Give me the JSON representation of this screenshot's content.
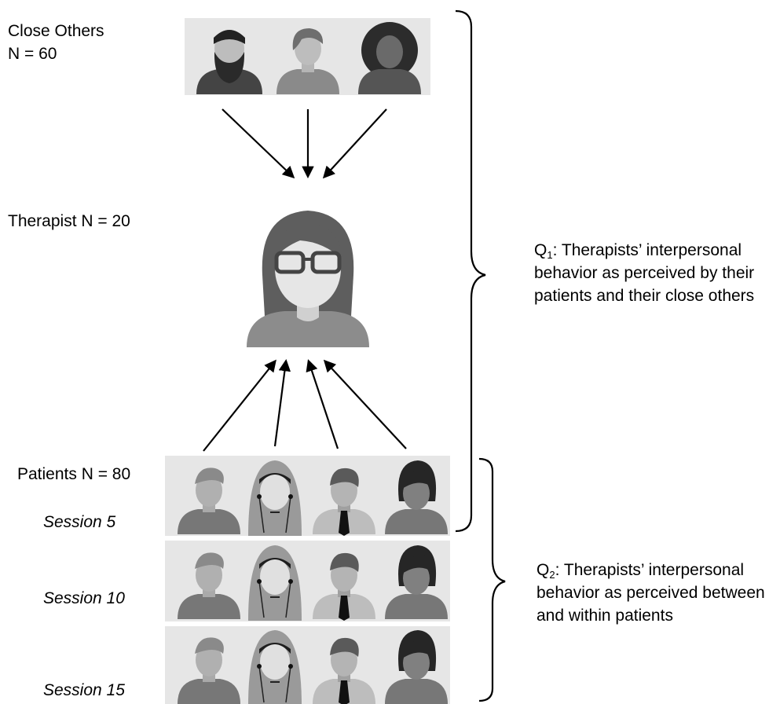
{
  "close_others": {
    "title": "Close Others",
    "count": "N = 60"
  },
  "therapist": {
    "label": "Therapist N = 20"
  },
  "patients": {
    "label": "Patients N = 80",
    "sessions": [
      "Session 5",
      "Session 10",
      "Session 15"
    ]
  },
  "q1": {
    "prefix": "Q",
    "sub": "1",
    "text": ": Therapists’ interpersonal behavior as perceived by their patients and their close others"
  },
  "q2": {
    "prefix": "Q",
    "sub": "2",
    "text": ": Therapists’ interpersonal behavior as perceived between and within patients"
  },
  "icons": {
    "close_others": [
      "bearded-man-avatar-icon",
      "short-hair-person-avatar-icon",
      "curly-hair-woman-avatar-icon"
    ],
    "therapist": "woman-with-glasses-avatar-icon",
    "patients": [
      "young-man-avatar-icon",
      "hooded-person-with-earphones-avatar-icon",
      "man-with-tie-avatar-icon",
      "woman-dark-hair-avatar-icon"
    ]
  },
  "colors": {
    "panel": "#e6e6e6",
    "skin": "#c9c9c9",
    "dark": "#3a3a3a",
    "mid": "#7a7a7a"
  }
}
